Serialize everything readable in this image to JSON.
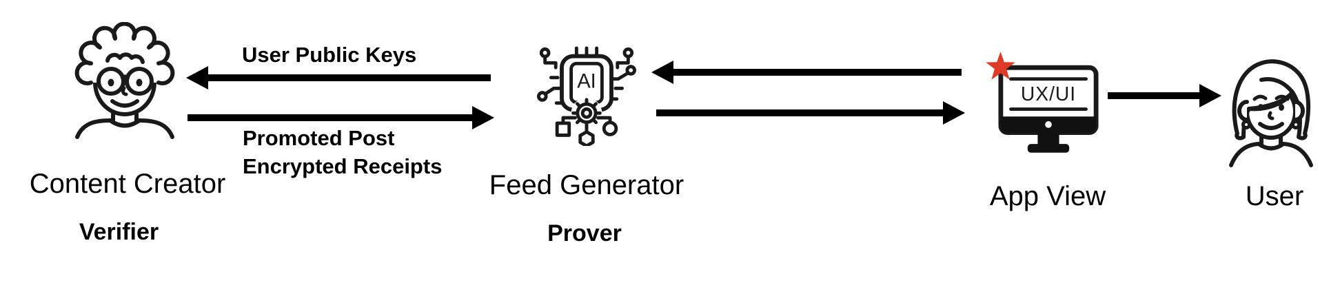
{
  "diagram": {
    "background_color": "#ffffff",
    "ink_color": "#000000",
    "star_color": "#DD3B26"
  },
  "nodes": [
    {
      "id": "content-creator",
      "label": "Content Creator",
      "role": "Verifier",
      "icon": "person-curly-hair-glasses-icon"
    },
    {
      "id": "feed-generator",
      "label": "Feed Generator",
      "role": "Prover",
      "icon": "ai-chip-icon",
      "chip_text": "AI"
    },
    {
      "id": "app-view",
      "label": "App View",
      "icon": "monitor-icon",
      "screen_text": "UX/UI",
      "badge": "red-star-icon"
    },
    {
      "id": "user",
      "label": "User",
      "icon": "person-woman-icon"
    }
  ],
  "arrows": [
    {
      "id": "feed-generator-to-content-creator",
      "label": "User Public Keys",
      "direction": "left",
      "from": "Feed Generator",
      "to": "Content Creator"
    },
    {
      "id": "content-creator-to-feed-generator",
      "label_line1": "Promoted Post",
      "label_line2": "Encrypted Receipts",
      "direction": "right",
      "from": "Content Creator",
      "to": "Feed Generator"
    },
    {
      "id": "app-view-to-feed-generator",
      "direction": "left",
      "from": "App View",
      "to": "Feed Generator"
    },
    {
      "id": "feed-generator-to-app-view",
      "direction": "right",
      "from": "Feed Generator",
      "to": "App View"
    },
    {
      "id": "app-view-to-user",
      "direction": "right",
      "from": "App View",
      "to": "User"
    }
  ]
}
